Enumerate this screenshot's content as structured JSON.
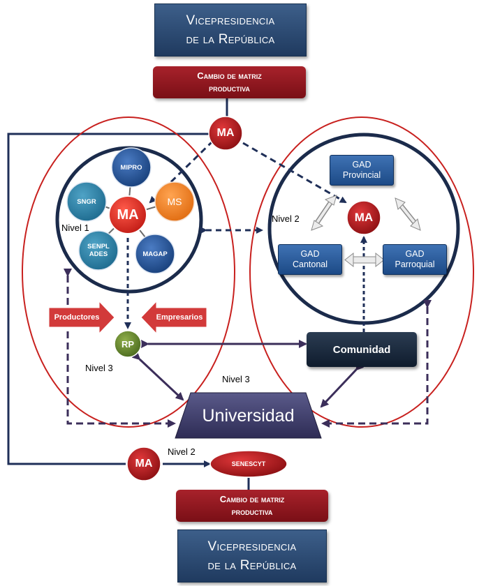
{
  "top": {
    "vicepresidencia": "Vicepresidencia\nde la República",
    "cambio_matriz": "Cambio de matriz\nproductiva",
    "ma": "MA"
  },
  "nivel1": {
    "label": "Nivel  1",
    "center": "MA",
    "satellites": {
      "mipro": "MIPRO",
      "ms": "MS",
      "sngr": "SNGR",
      "senplades": "SENPL\nADES",
      "magap": "MAGAP"
    }
  },
  "nivel2": {
    "label": "Nivel  2",
    "center": "MA",
    "gad_provincial": "GAD\nProvincial",
    "gad_cantonal": "GAD\nCantonal",
    "gad_parroquial": "GAD\nParroquial"
  },
  "nivel3": {
    "label_left": "Nivel  3",
    "label_center": "Nivel  3",
    "rp": "RP",
    "productores": "Productores",
    "empresarios": "Empresarios",
    "comunidad": "Comunidad",
    "universidad": "Universidad"
  },
  "bottom": {
    "nivel2_label": "Nivel  2",
    "ma": "MA",
    "senescyt": "SENESCYT",
    "cambio_matriz": "Cambio de matriz\nproductiva",
    "vicepresidencia": "Vicepresidencia\nde la República"
  },
  "colors": {
    "navy": "#1f3a5f",
    "dark_red": "#8b1a1a",
    "circle_red": "#c8201e",
    "circle_navy": "#1b2b4b",
    "arrow_purple": "#3b2e5a",
    "dash_navy": "#1f2f58"
  }
}
